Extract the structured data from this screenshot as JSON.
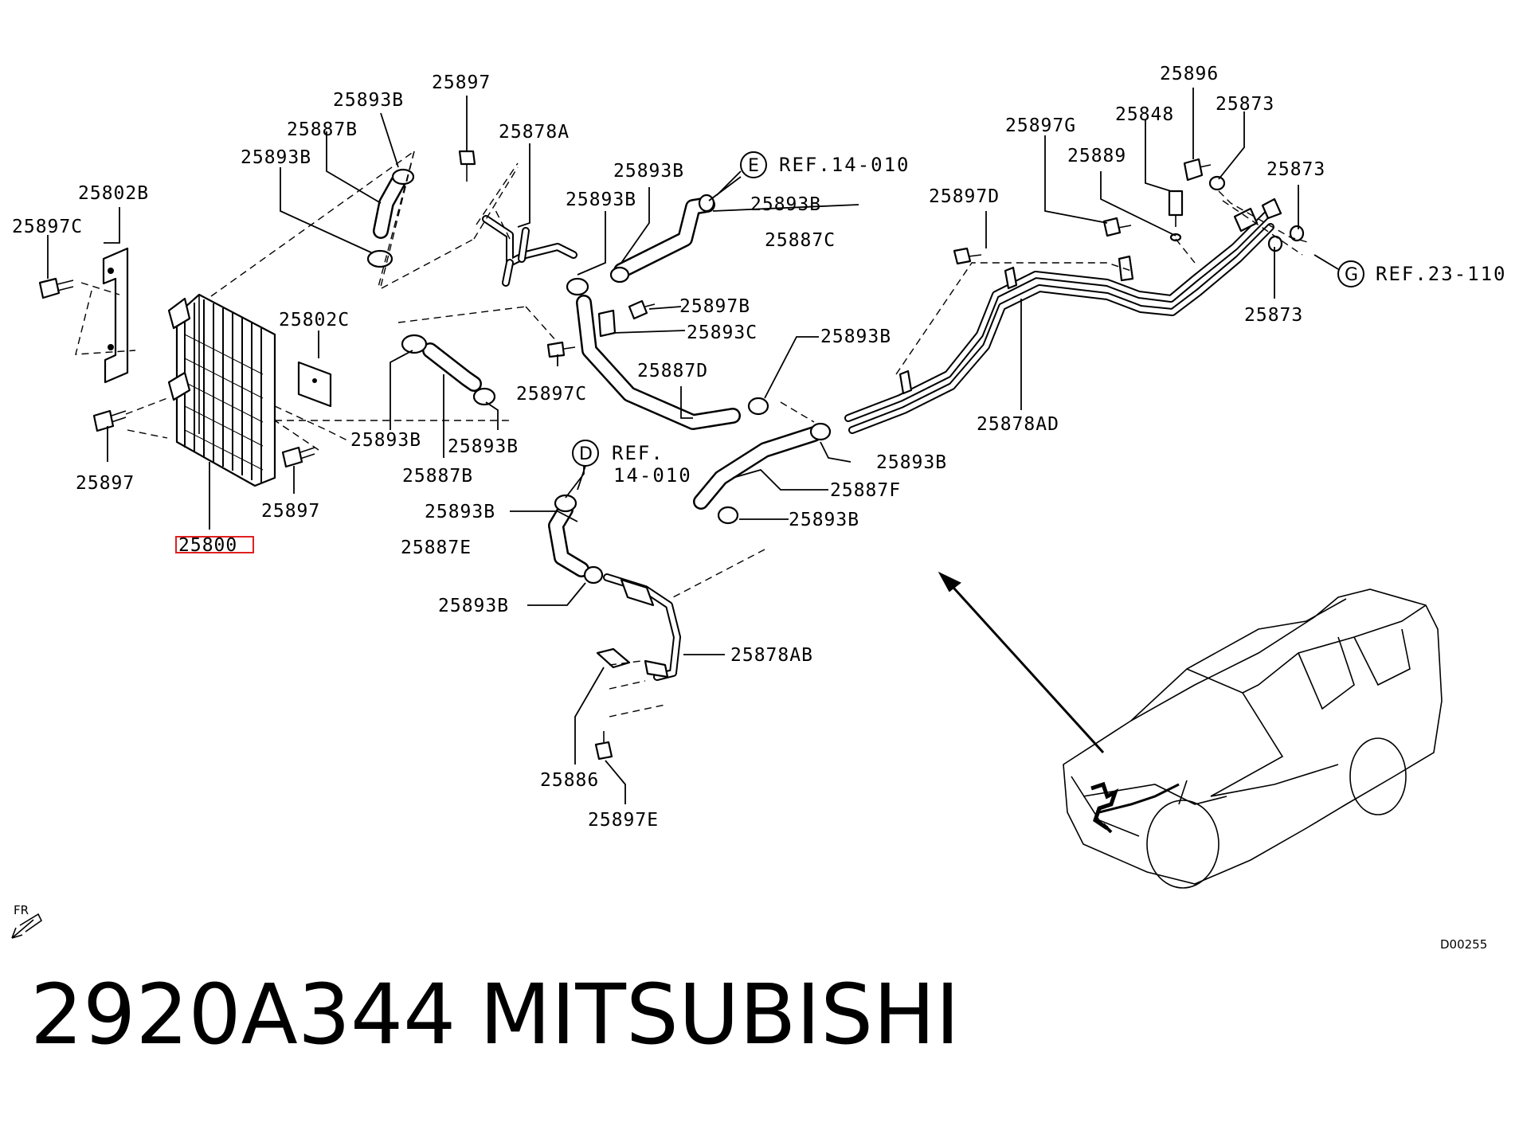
{
  "diagram": {
    "labels": {
      "l25897_top": "25897",
      "l25893B_1": "25893B",
      "l25887B_1": "25887B",
      "l25893B_2": "25893B",
      "l25878A": "25878A",
      "l25893B_3": "25893B",
      "l25893B_4": "25893B",
      "l25893B_5": "25893B",
      "l25887C": "25887C",
      "l25802B": "25802B",
      "l25897C_1": "25897C",
      "l25802C": "25802C",
      "l25897B": "25897B",
      "l25893C": "25893C",
      "l25887D": "25887D",
      "l25897C_2": "25897C",
      "l25893B_6": "25893B",
      "l25887B_2": "25887B",
      "l25893B_7": "25893B",
      "l25897_left": "25897",
      "l25897_mid": "25897",
      "l25800": "25800",
      "l25893B_8": "25893B",
      "l25893B_9": "25893B",
      "l25887F": "25887F",
      "l25893B_10": "25893B",
      "l25893B_11": "25893B",
      "l25887E": "25887E",
      "l25893B_12": "25893B",
      "l25878AB": "25878AB",
      "l25886": "25886",
      "l25897E": "25897E",
      "l25896": "25896",
      "l25848": "25848",
      "l25873_1": "25873",
      "l25897G": "25897G",
      "l25889": "25889",
      "l25873_2": "25873",
      "l25897D": "25897D",
      "l25873_3": "25873",
      "l25878AD": "25878AD"
    },
    "refs": {
      "refE_circle": "E",
      "refE_text": "REF.14-010",
      "refD_circle": "D",
      "refD_text1": "REF.",
      "refD_text2": "14-010",
      "refG_circle": "G",
      "refG_text": "REF.23-110"
    },
    "front_marker": "FR",
    "drawing_code": "D00255",
    "highlight_color": "#e02020"
  },
  "footer": {
    "part_number": "2920A344",
    "brand": "MITSUBISHI"
  }
}
